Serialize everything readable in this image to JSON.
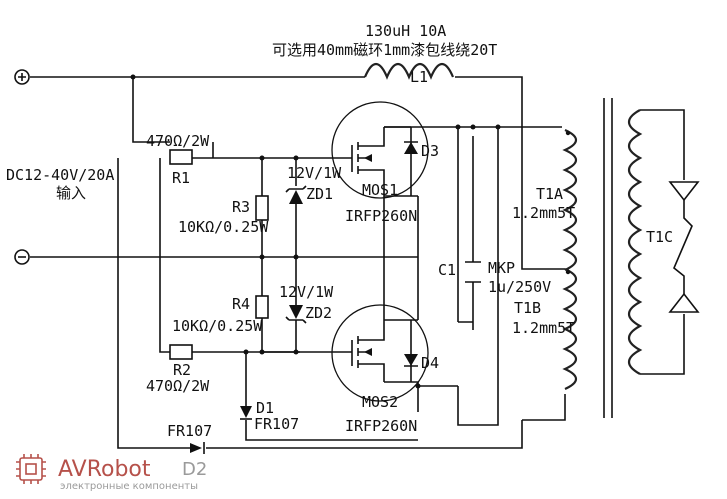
{
  "inductor": {
    "value": "130uH  10A",
    "note": "可选用40mm磁环1mm漆包线绕20T",
    "ref": "L1"
  },
  "input": {
    "spec": "DC12-40V/20A",
    "label": "输入",
    "plus_symbol": "⊕",
    "minus_symbol": "⊖"
  },
  "resistors": {
    "r1": {
      "value": "470Ω/2W",
      "ref": "R1"
    },
    "r2": {
      "ref": "R2",
      "value": "470Ω/2W"
    },
    "r3": {
      "ref": "R3",
      "value": "10KΩ/0.25W"
    },
    "r4": {
      "ref": "R4",
      "value": "10KΩ/0.25W"
    }
  },
  "zeners": {
    "zd1": {
      "value": "12V/1W",
      "ref": "ZD1"
    },
    "zd2": {
      "value": "12V/1W",
      "ref": "ZD2"
    }
  },
  "mosfets": {
    "mos1": {
      "ref": "MOS1",
      "part": "IRFP260N"
    },
    "mos2": {
      "ref": "MOS2",
      "part": "IRFP260N"
    }
  },
  "diodes": {
    "d3": {
      "ref": "D3"
    },
    "d4": {
      "ref": "D4"
    },
    "d1": {
      "ref": "D1",
      "part": "FR107"
    },
    "d2": {
      "part": "FR107",
      "ref": "D2"
    }
  },
  "capacitor": {
    "ref": "C1",
    "type": "MKP",
    "value": "1u/250V"
  },
  "transformer": {
    "t1a": {
      "ref": "T1A",
      "spec": "1.2mm5T"
    },
    "t1b": {
      "ref": "T1B",
      "spec": "1.2mm5T"
    },
    "t1c": {
      "ref": "T1C"
    }
  },
  "watermark": {
    "brand": "AVRobot",
    "tagline": "электронные компоненты"
  },
  "colors": {
    "ink": "#111111",
    "logo": "#b6514a"
  }
}
